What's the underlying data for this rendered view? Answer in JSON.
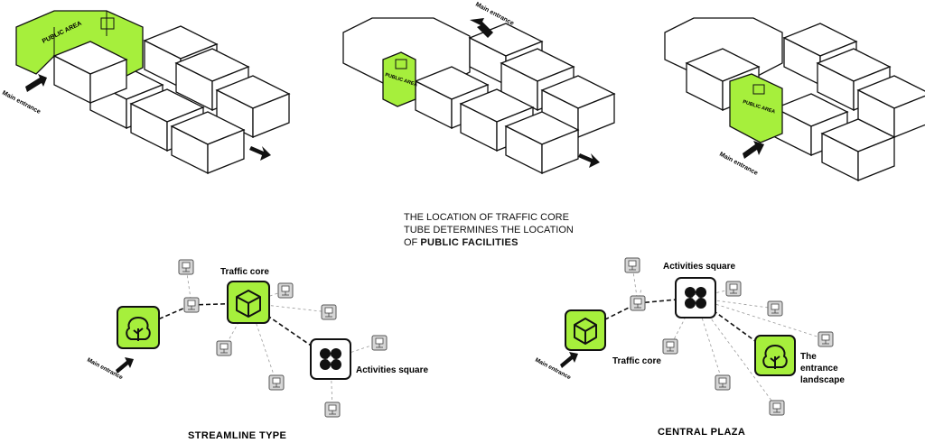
{
  "diagrams": {
    "public_area": "PUBLIC AREA",
    "main_entrance": "Main entrance"
  },
  "caption": {
    "line1": "THE LOCATION OF TRAFFIC CORE",
    "line2": "TUBE DETERMINES THE LOCATION",
    "line3_prefix": "OF ",
    "line3_bold": "PUBLIC FACILITIES"
  },
  "streamline": {
    "title": "STREAMLINE TYPE",
    "traffic_core": "Traffic core",
    "activities_square": "Activities square",
    "main_entrance": "Main entrance"
  },
  "central": {
    "title": "CENTRAL PLAZA",
    "activities_square": "Activities square",
    "traffic_core": "Traffic core",
    "landscape_line1": "The",
    "landscape_line2": "entrance",
    "landscape_line3": "landscape",
    "main_entrance": "Main entrance"
  },
  "colors": {
    "accent": "#a6ef3c",
    "stroke": "#111111",
    "node_gray": "#bdbdbd"
  }
}
